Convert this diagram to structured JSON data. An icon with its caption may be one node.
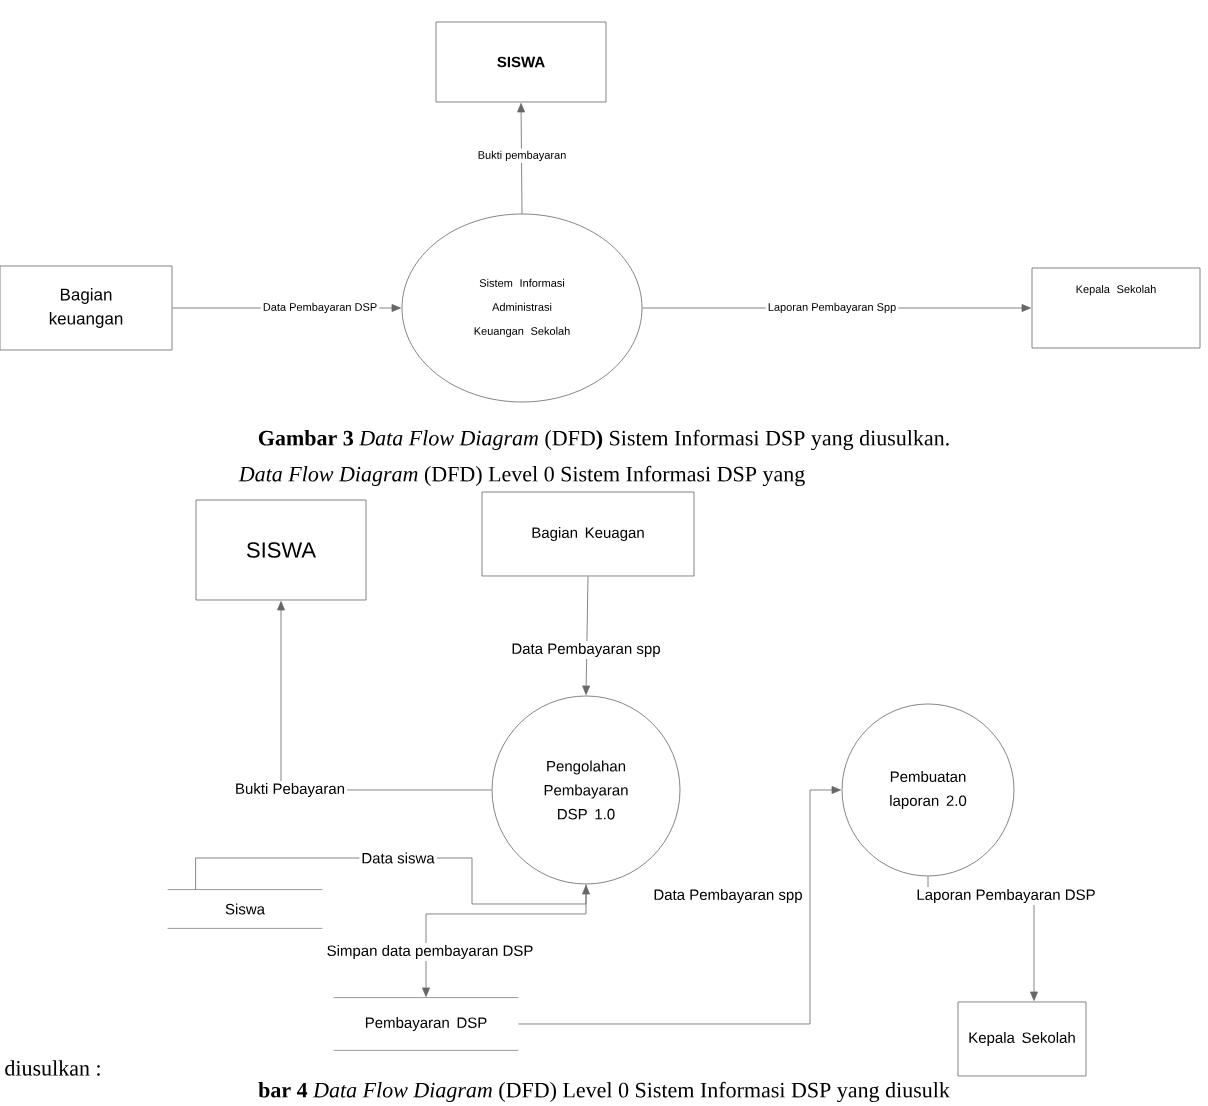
{
  "diagram": {
    "nodes": [
      {
        "text": [
          "SISWA"
        ]
      },
      {
        "text": [
          "Bagian keuangan"
        ]
      },
      {
        "text": [
          "Sistem Informasi Administrasi Keuangan Sekolah"
        ]
      },
      {
        "text": [
          "Kepala Sekolah"
        ]
      },
      {
        "text": [
          "SISWA"
        ]
      },
      {
        "text": [
          "Bagian Keuagan"
        ]
      },
      {
        "text": [
          "Pengolahan Pembayaran DSP 1.0"
        ]
      },
      {
        "text": [
          "Pembuatan laporan 2.0"
        ]
      },
      {
        "text": [
          "Siswa"
        ]
      },
      {
        "text": [
          "Pembayaran DSP"
        ]
      },
      {
        "text": [
          "Kepala Sekolah"
        ]
      }
    ],
    "edges": [
      {
        "from": 2,
        "to": 0,
        "arrow": "to",
        "label": "Bukti pembayaran"
      },
      {
        "from": 1,
        "to": 2,
        "arrow": "to",
        "label": "Data Pembayaran DSP"
      },
      {
        "from": 2,
        "to": 3,
        "arrow": "to",
        "label": "Laporan Pembayaran Spp"
      },
      {
        "from": 5,
        "to": 6,
        "arrow": "to",
        "label": "Data Pembayaran spp"
      },
      {
        "from": 6,
        "to": 4,
        "arrow": "to",
        "label": "Bukti Pebayaran"
      },
      {
        "from": 8,
        "to": 6,
        "arrow": "to",
        "label": "Data siswa"
      },
      {
        "from": 6,
        "to": 9,
        "arrow": "to",
        "label": "Simpan data pembayaran DSP"
      },
      {
        "from": 9,
        "to": 7,
        "arrow": "to",
        "label": "Data Pembayaran spp"
      },
      {
        "from": 7,
        "to": 10,
        "arrow": "to",
        "label": "Laporan Pembayaran DSP"
      }
    ],
    "labels": [
      "**Gambar 3** *Data Flow Diagram* (DFD**)** Sistem Informasi DSP yang diusulkan.",
      "*Data Flow Diagram* (DFD)    Level 0 Sistem Informasi DSP yang",
      "diusulkan :",
      "**bar 4** *Data Flow Diagram* (DFD)    Level 0 Sistem Informasi DSP yang diusulk"
    ]
  }
}
